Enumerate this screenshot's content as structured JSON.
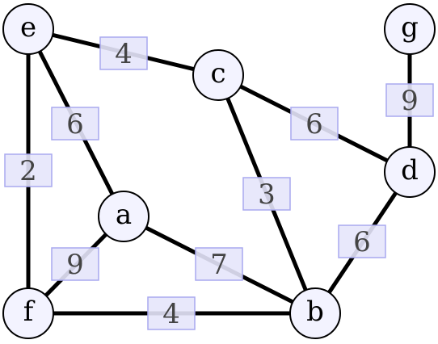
{
  "graph": {
    "nodes": [
      {
        "id": "e",
        "label": "e"
      },
      {
        "id": "c",
        "label": "c"
      },
      {
        "id": "g",
        "label": "g"
      },
      {
        "id": "d",
        "label": "d"
      },
      {
        "id": "a",
        "label": "a"
      },
      {
        "id": "f",
        "label": "f"
      },
      {
        "id": "b",
        "label": "b"
      }
    ],
    "edges": [
      {
        "from": "e",
        "to": "c",
        "weight": "4"
      },
      {
        "from": "e",
        "to": "a",
        "weight": "6"
      },
      {
        "from": "e",
        "to": "f",
        "weight": "2"
      },
      {
        "from": "c",
        "to": "d",
        "weight": "6"
      },
      {
        "from": "c",
        "to": "b",
        "weight": "3"
      },
      {
        "from": "g",
        "to": "d",
        "weight": "9"
      },
      {
        "from": "d",
        "to": "b",
        "weight": "6"
      },
      {
        "from": "a",
        "to": "b",
        "weight": "7"
      },
      {
        "from": "a",
        "to": "f",
        "weight": "9"
      },
      {
        "from": "f",
        "to": "b",
        "weight": "4"
      }
    ]
  },
  "colors": {
    "node_fill": "#f3f3ff",
    "edge": "#000000",
    "weight_box_fill": "#e6e6fb",
    "weight_box_border": "#a9a9ef",
    "weight_text": "#444444"
  }
}
